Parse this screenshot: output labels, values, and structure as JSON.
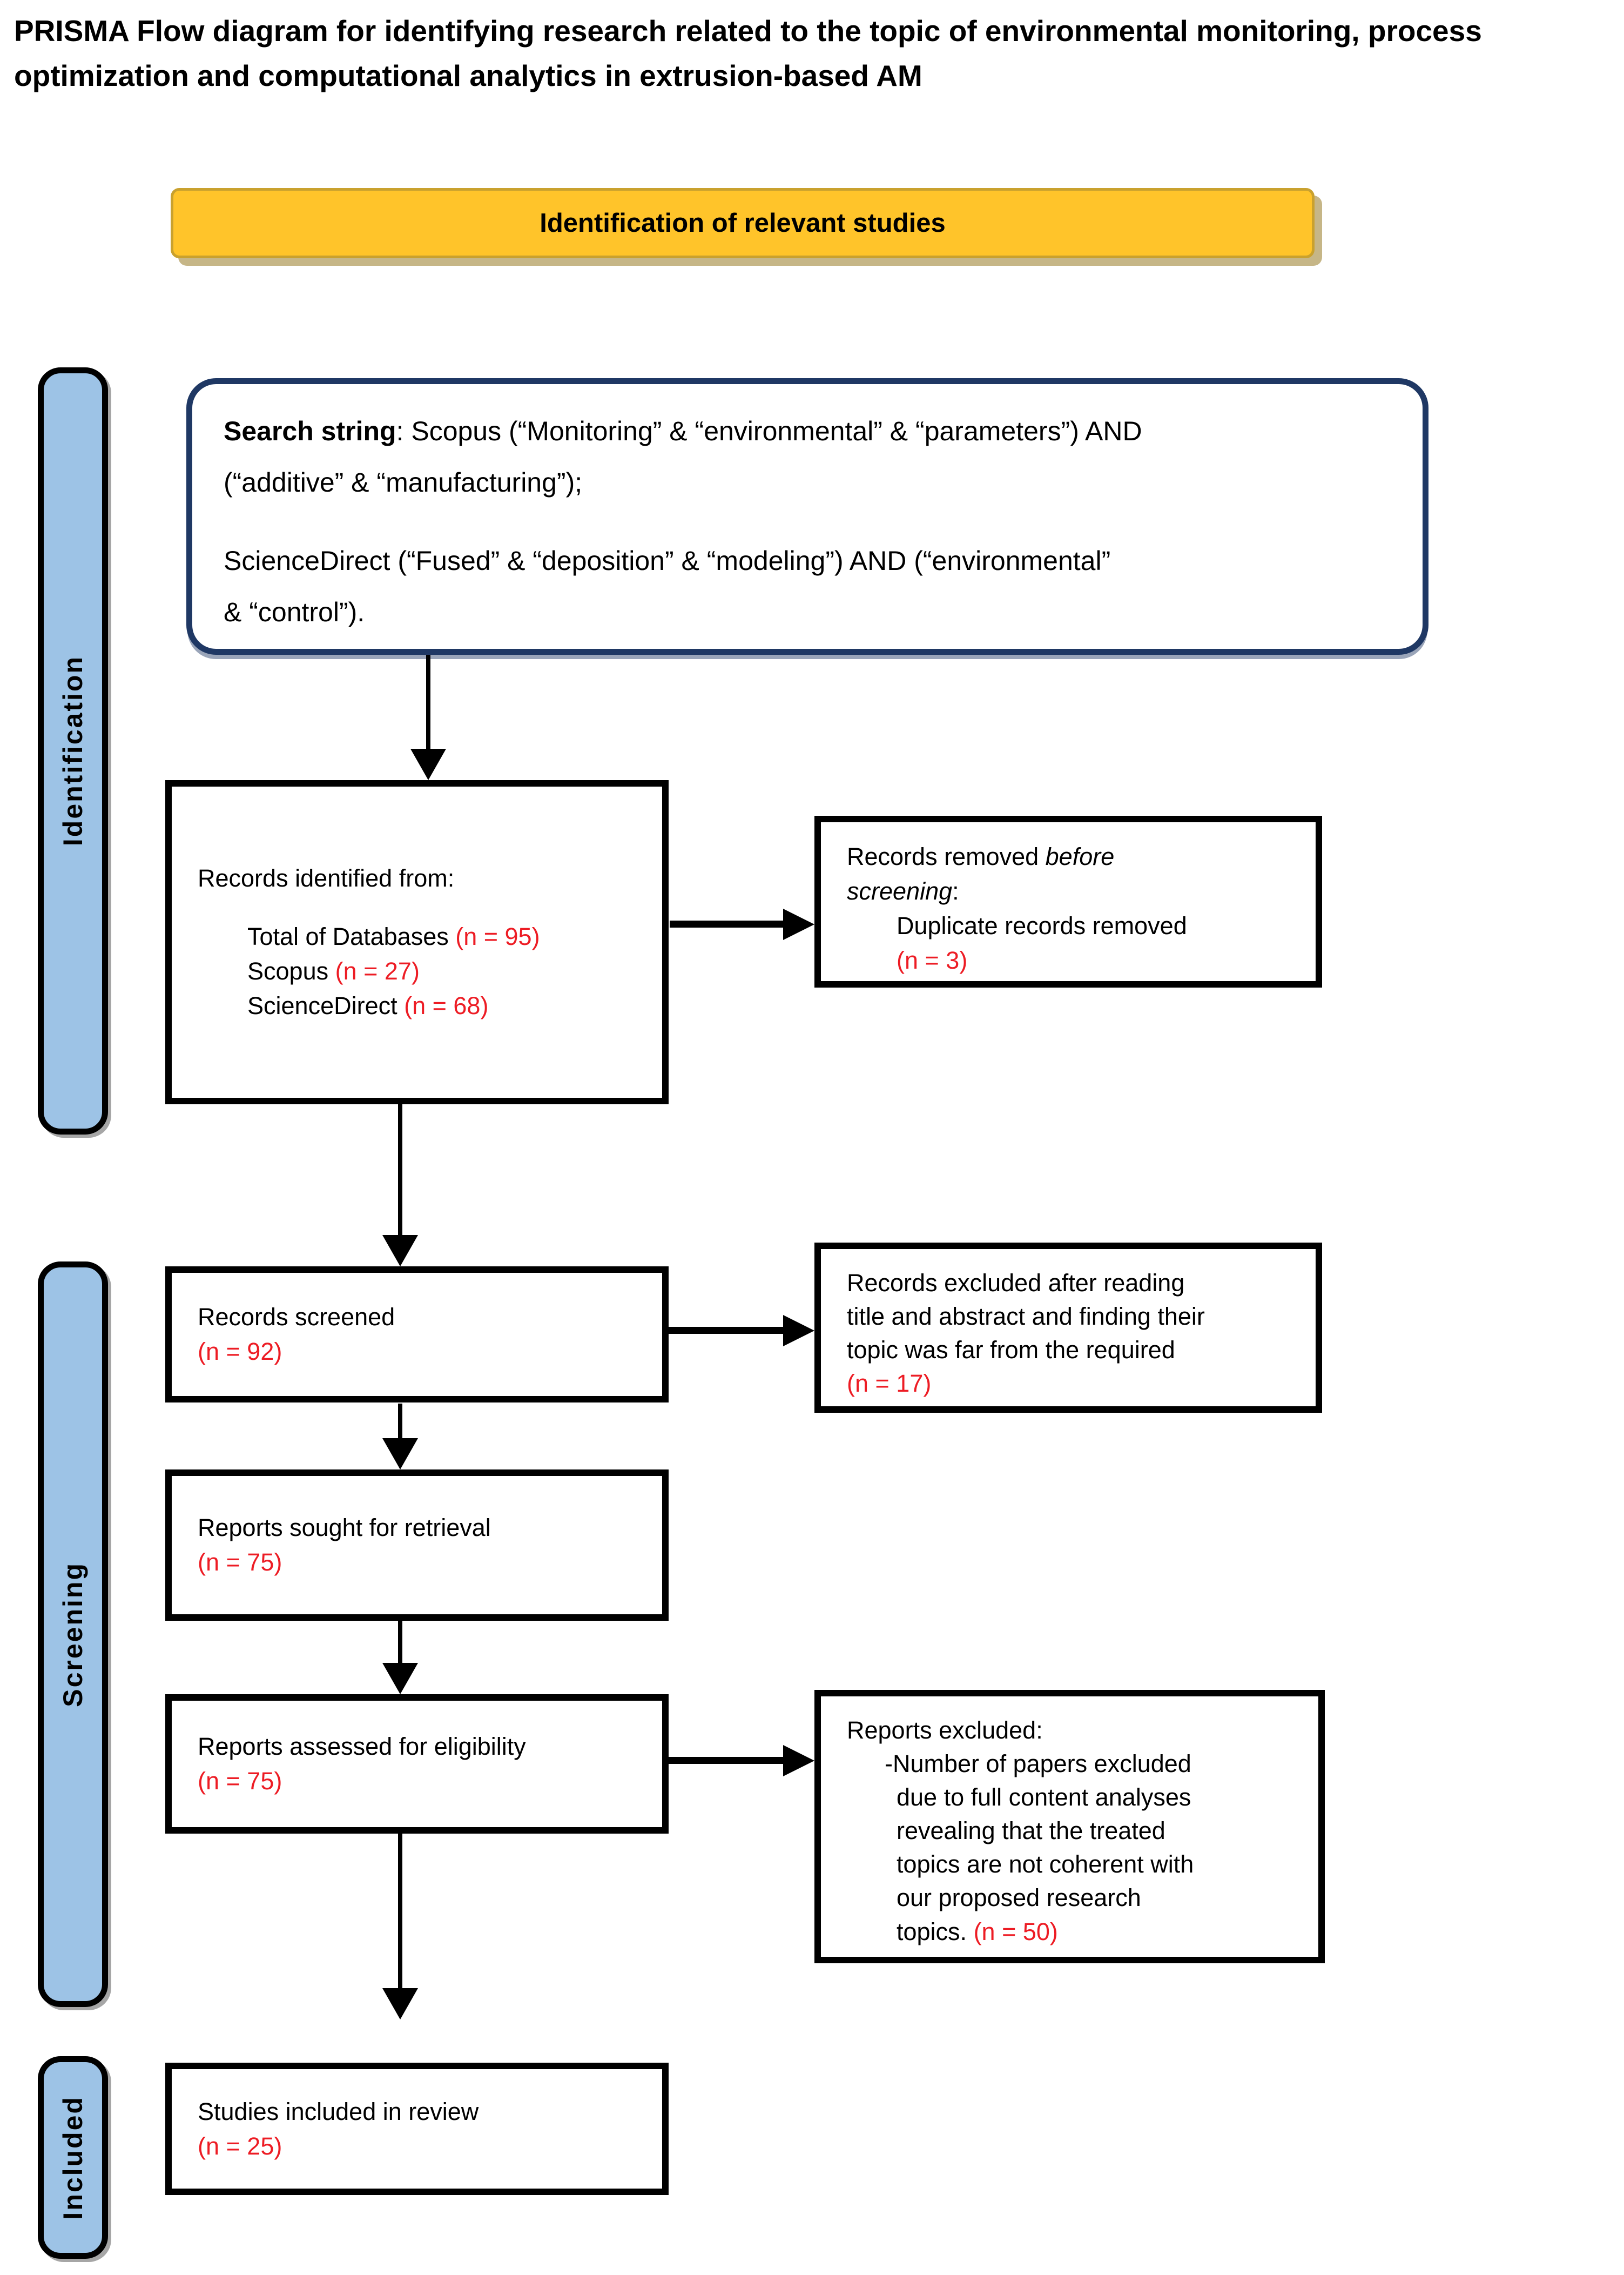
{
  "title": {
    "line1": "PRISMA Flow diagram for identifying research related to the topic of environmental monitoring, process",
    "line2": "optimization and computational analytics in extrusion-based AM"
  },
  "banner": {
    "label": "Identification of relevant studies"
  },
  "sidebar": {
    "identification": "Identification",
    "screening": "Screening",
    "included": "Included"
  },
  "search_box": {
    "bold": "Search string",
    "rest1": ": Scopus (“Monitoring” & “environmental” & “parameters”) AND",
    "line2": "(“additive” & “manufacturing”);",
    "line3": "ScienceDirect (“Fused” & “deposition” & “modeling”) AND (“environmental”",
    "line4": "& “control”)."
  },
  "boxes": {
    "records_identified": {
      "line1": "Records identified from:",
      "items": [
        {
          "text": "Total of Databases ",
          "n": "(n = 95)"
        },
        {
          "text": "Scopus ",
          "n": "(n = 27)"
        },
        {
          "text": "ScienceDirect ",
          "n": "(n = 68)"
        }
      ]
    },
    "records_removed": {
      "line1_normal": "Records removed ",
      "line1_italic": "before",
      "line2_italic": "screening",
      "line2_colon": ":",
      "line3": "Duplicate records removed",
      "n": "(n = 3)"
    },
    "records_screened": {
      "line1": "Records screened",
      "n": "(n = 92)"
    },
    "records_excluded": {
      "lines": [
        "Records excluded after reading",
        "title and abstract and finding their",
        "topic was far from the required"
      ],
      "n": "(n = 17)"
    },
    "reports_sought": {
      "line1": "Reports sought for retrieval",
      "n": "(n = 75)"
    },
    "reports_assessed": {
      "line1": "Reports assessed for eligibility",
      "n": "(n = 75)"
    },
    "reports_excluded": {
      "line1": "Reports excluded:",
      "lines": [
        "-Number of papers excluded",
        "due to full content analyses",
        "revealing that the treated",
        "topics are not coherent with",
        "our proposed research"
      ],
      "last_line_text": "topics. ",
      "n": "(n = 50)"
    },
    "studies_included": {
      "line1": "Studies included in review",
      "n": "(n = 25)"
    }
  },
  "colors": {
    "accent_red": "#ED1C24",
    "sidebar_blue": "#9DC3E6",
    "navy": "#1F3864",
    "banner_gold": "#FFC42A",
    "banner_border": "#C9A12E"
  }
}
